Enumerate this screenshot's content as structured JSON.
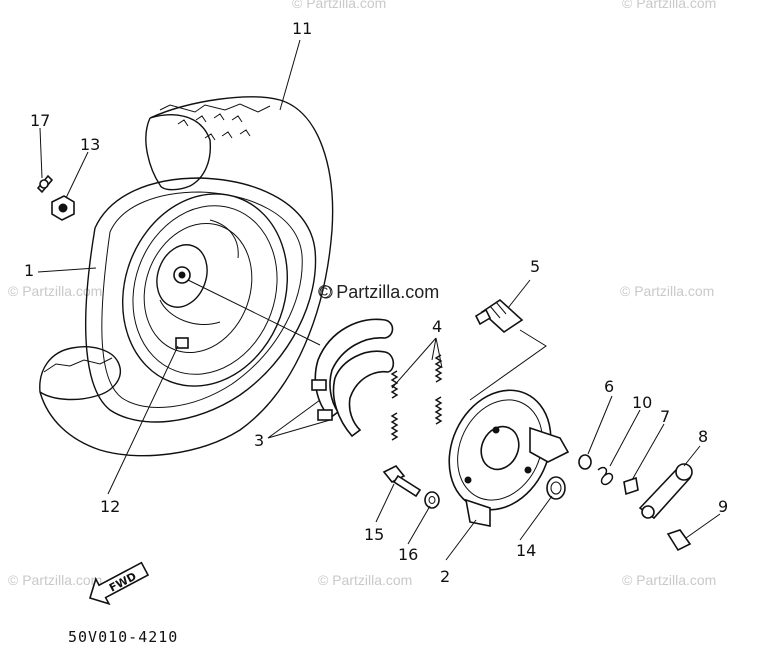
{
  "diagram": {
    "code": "50V010-4210",
    "watermark_main": "© Partzilla.com",
    "watermark_faint": "© Partzilla.com",
    "fwd_label": "FWD",
    "callouts": {
      "c1": "1",
      "c2": "2",
      "c3": "3",
      "c4": "4",
      "c5": "5",
      "c6": "6",
      "c7": "7",
      "c8": "8",
      "c9": "9",
      "c10": "10",
      "c11": "11",
      "c12": "12",
      "c13": "13",
      "c14": "14",
      "c15": "15",
      "c16": "16",
      "c17": "17"
    }
  }
}
